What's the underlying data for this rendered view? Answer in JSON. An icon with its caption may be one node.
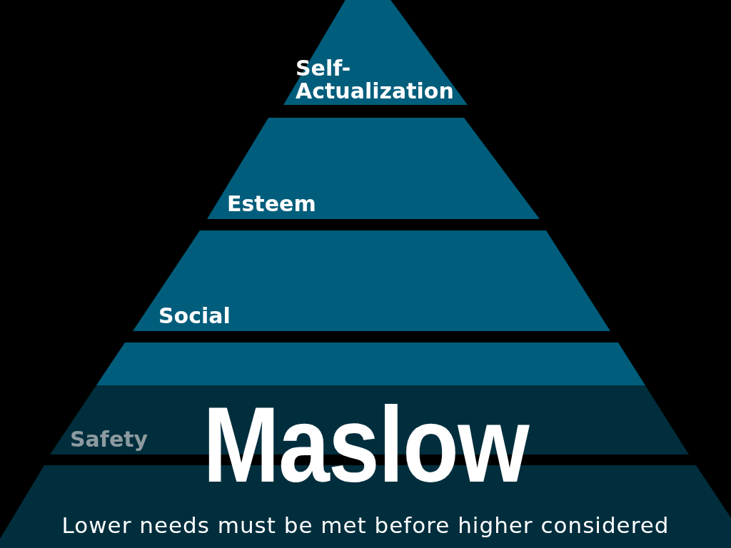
{
  "diagram": {
    "title": "Maslow",
    "caption": "Lower needs must be met before higher considered",
    "nodes": [
      {
        "text": [
          "Self- Actualization"
        ]
      },
      {
        "text": [
          "Esteem"
        ]
      },
      {
        "text": [
          "Social"
        ]
      },
      {
        "text": [
          "Safety"
        ]
      },
      {
        "text": [],
        "shape": "trapezoid"
      }
    ]
  }
}
